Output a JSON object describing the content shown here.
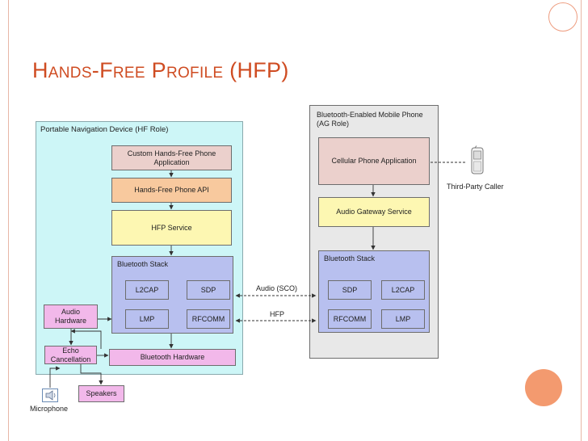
{
  "slide": {
    "title": "Hands-Free Profile (HFP)"
  },
  "hf_device": {
    "label": "Portable Navigation Device (HF Role)",
    "custom_app": "Custom Hands-Free Phone Application",
    "api": "Hands-Free Phone API",
    "hfp_service": "HFP Service",
    "stack": {
      "label": "Bluetooth Stack",
      "l2cap": "L2CAP",
      "sdp": "SDP",
      "lmp": "LMP",
      "rfcomm": "RFCOMM"
    },
    "audio_hw": "Audio Hardware",
    "echo": "Echo Cancellation",
    "bt_hw": "Bluetooth Hardware"
  },
  "ag_device": {
    "label": "Bluetooth-Enabled Mobile Phone (AG Role)",
    "cell_app": "Cellular Phone Application",
    "ag_service": "Audio Gateway Service",
    "stack": {
      "label": "Bluetooth Stack",
      "sdp": "SDP",
      "l2cap": "L2CAP",
      "rfcomm": "RFCOMM",
      "lmp": "LMP"
    }
  },
  "links": {
    "audio": "Audio (SCO)",
    "hfp": "HFP"
  },
  "external": {
    "caller": "Third-Party Caller",
    "microphone": "Microphone",
    "speakers": "Speakers"
  },
  "colors": {
    "title": "#cf4c22",
    "hf_bg": "#cdf6f7",
    "ag_bg": "#e8e8e8",
    "app_bg": "#ebd0cc",
    "api_bg": "#f8c99e",
    "service_bg": "#fdf7b2",
    "stack_bg": "#b8c0ef",
    "hw_bg": "#f2b8ea"
  }
}
